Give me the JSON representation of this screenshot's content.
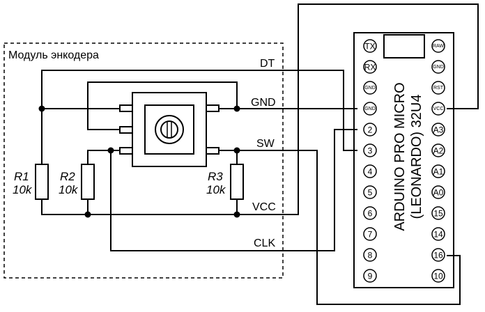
{
  "module": {
    "title": "Модуль энкодера"
  },
  "signals": {
    "dt": "DT",
    "gnd": "GND",
    "sw": "SW",
    "vcc": "VCC",
    "clk": "CLK"
  },
  "resistors": {
    "r1": {
      "name": "R1",
      "value": "10k"
    },
    "r2": {
      "name": "R2",
      "value": "10k"
    },
    "r3": {
      "name": "R3",
      "value": "10k"
    }
  },
  "board": {
    "line1": "ARDUINO PRO MICRO",
    "line2": "(LEONARDO) 32U4"
  },
  "pins": {
    "left": [
      "TX",
      "RX",
      "GND",
      "GND",
      "2",
      "3",
      "4",
      "5",
      "6",
      "7",
      "8",
      "9"
    ],
    "right": [
      "RAW",
      "GND",
      "RST",
      "VCC",
      "A3",
      "A2",
      "A1",
      "A0",
      "15",
      "14",
      "16",
      "10"
    ]
  }
}
